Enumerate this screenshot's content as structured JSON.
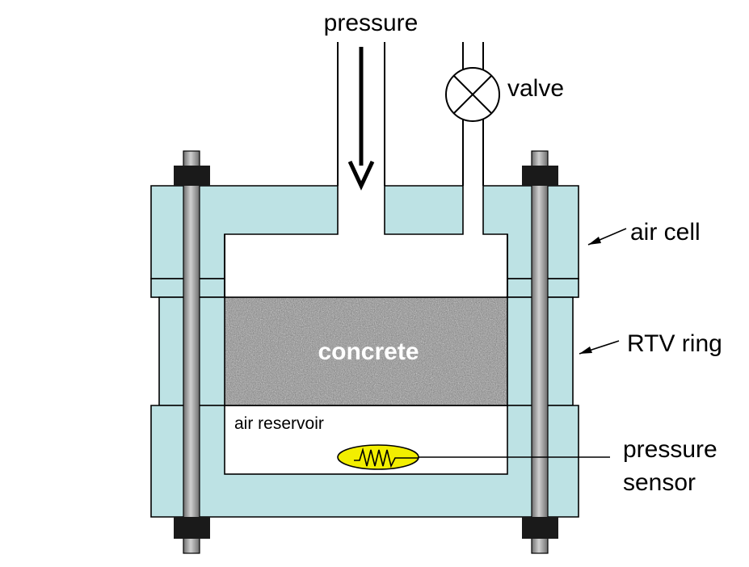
{
  "labels": {
    "pressure": "pressure",
    "valve": "valve",
    "air_cell": "air cell",
    "rtv_ring": "RTV ring",
    "concrete": "concrete",
    "air_reservoir": "air reservoir",
    "pressure_sensor_line1": "pressure",
    "pressure_sensor_line2": "sensor"
  },
  "colors": {
    "cell_fill": "#bde2e4",
    "sensor_fill": "#f2ee00",
    "concrete_fill": "#8a8a8a",
    "bolt_fill": "#9a9a9a",
    "nut_fill": "#1a1a1a"
  }
}
